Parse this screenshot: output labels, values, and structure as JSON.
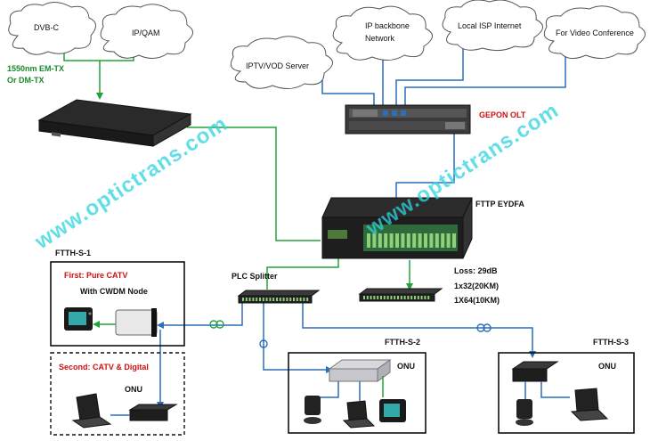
{
  "watermark": "www.optictrans.com",
  "clouds": {
    "dvbc": "DVB-C",
    "ipqam": "IP/QAM",
    "iptv": "IPTV/VOD Server",
    "ip_backbone_line1": "IP backbone",
    "ip_backbone_line2": "Network",
    "local_isp": "Local ISP Internet",
    "video_conf": "For Video Conference"
  },
  "labels": {
    "transmitter_line1": "1550nm EM-TX",
    "transmitter_line2": "Or DM-TX",
    "gepon_olt": "GEPON OLT",
    "fttp_eydfa": "FTTP EYDFA",
    "plc_splitter": "PLC Splitter",
    "loss": "Loss: 29dB",
    "split_1x32": "1x32(20KM)",
    "split_1x64": "1X64(10KM)"
  },
  "ftth_s1": {
    "title": "FTTH-S-1",
    "first_line1": "First: Pure CATV",
    "first_line2": "With CWDM Node",
    "second": "Second: CATV & Digital",
    "onu": "ONU"
  },
  "ftth_s2": {
    "title": "FTTH-S-2",
    "onu": "ONU"
  },
  "ftth_s3": {
    "title": "FTTH-S-3",
    "onu": "ONU"
  },
  "colors": {
    "green_line": "#22a33a",
    "blue_line": "#2a6fb8",
    "watermark": "#2ed3e0",
    "red_text": "#d01010",
    "green_text": "#1a8a2a"
  }
}
